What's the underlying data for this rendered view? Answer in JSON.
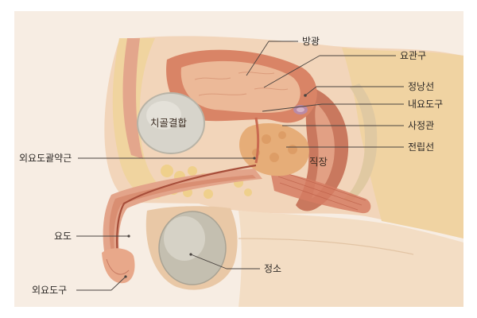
{
  "labels": {
    "bladder": "방광",
    "urethral_orifice": "요관구",
    "seminal_vesicle": "정낭선",
    "internal_urethral_orifice": "내요도구",
    "ejaculatory_duct": "사정관",
    "prostate": "전립선",
    "pubic_symphysis": "치골결합",
    "rectum": "직장",
    "external_urethral_sphincter": "외요도괄약근",
    "urethra": "요도",
    "testis": "정소",
    "external_urethral_orifice": "외요도구"
  },
  "colors": {
    "background": "#ffffff",
    "panel": "#f7ede3",
    "skin": "#f0d2b6",
    "fat": "#f1d79a",
    "muscle_red": "#c9705a",
    "bladder_wall": "#d98a6a",
    "bladder_inner": "#e9b190",
    "bone": "#cfcfc8",
    "testis": "#c9c4b6",
    "rectum": "#c97c62",
    "prostate": "#e8b07c",
    "leader": "#4a4440"
  }
}
